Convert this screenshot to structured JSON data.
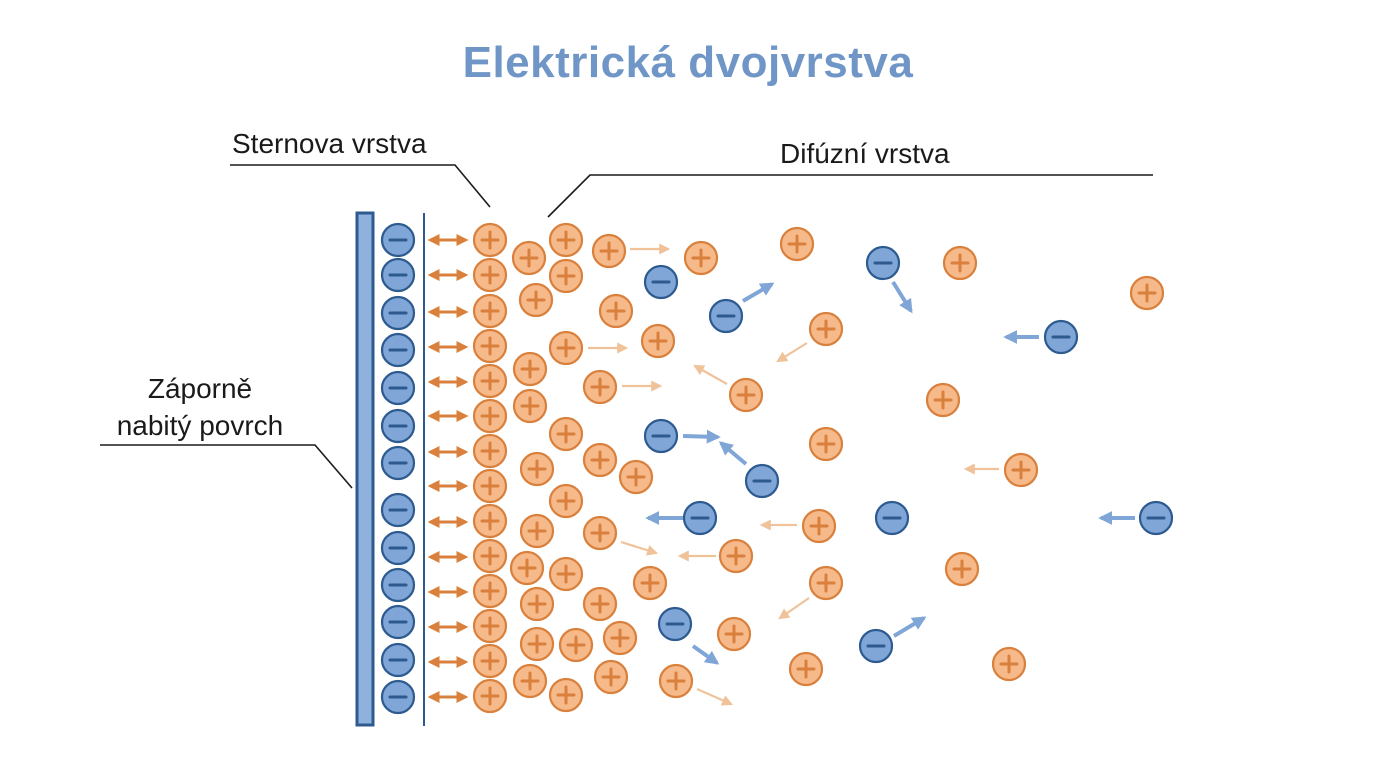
{
  "title": "Elektrická dvojvrstva",
  "labels": {
    "stern_layer": "Sternova vrstva",
    "diffuse_layer": "Difúzní vrstva",
    "surface_line1": "Záporně",
    "surface_line2": "nabitý povrch"
  },
  "colors": {
    "title": "#6f96c6",
    "cation_fill": "#f6b98a",
    "cation_stroke": "#d9803c",
    "anion_fill": "#7fa6d6",
    "anion_stroke": "#2d5a8f",
    "surface_fill": "#8fb2dd",
    "surface_stroke": "#2d5a8f",
    "arrow_orange": "#d9803c",
    "arrow_light_orange": "#efc29a",
    "arrow_blue": "#7fa6d6"
  },
  "icons": {
    "cation": "plus-ion-icon",
    "anion": "minus-ion-icon"
  }
}
